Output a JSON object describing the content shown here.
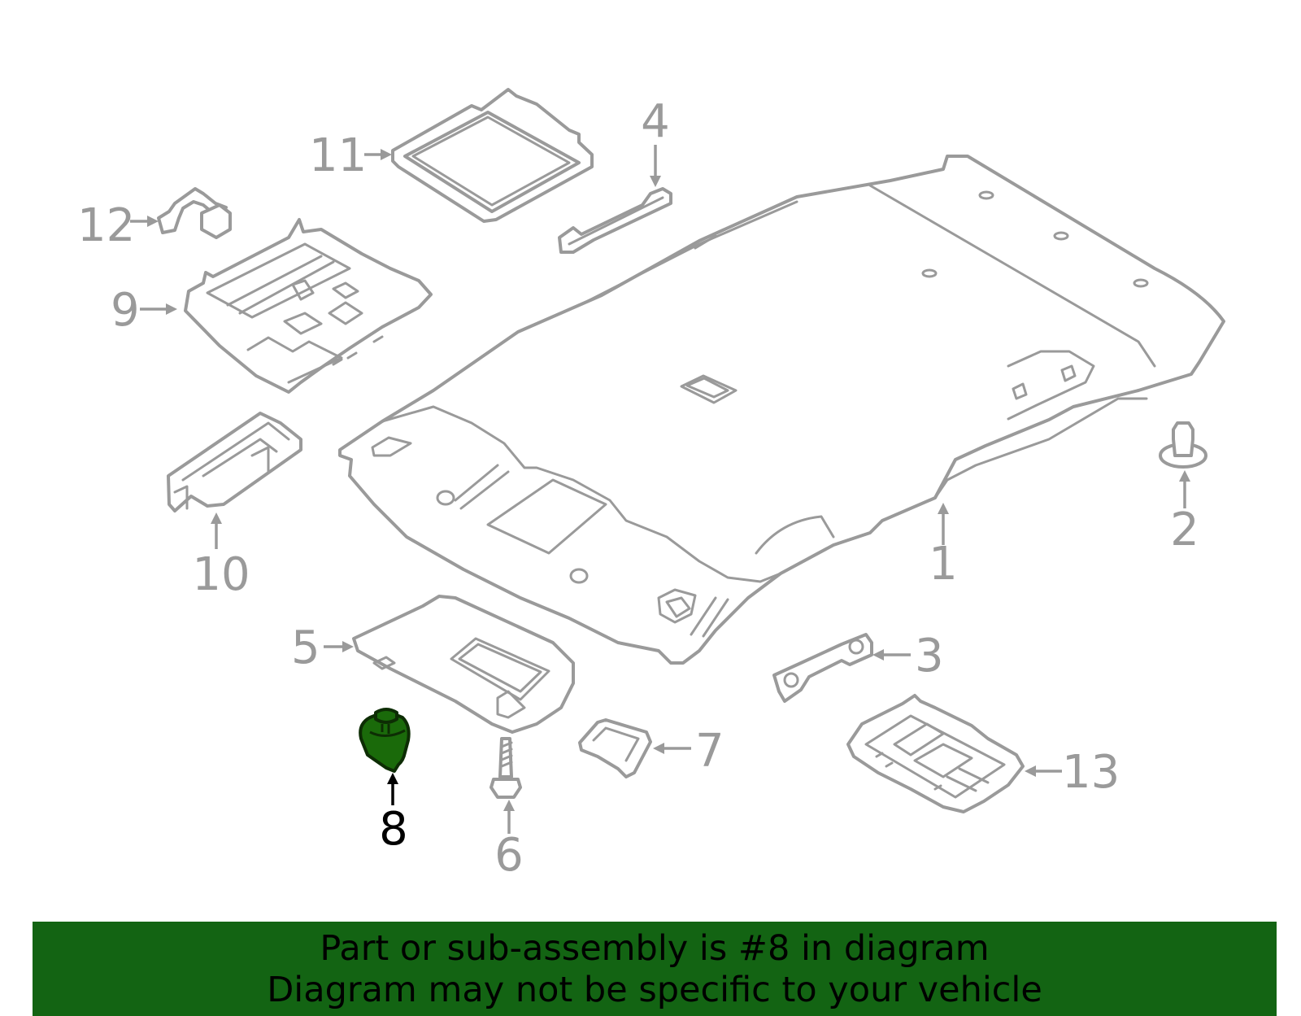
{
  "callouts": {
    "c1": "1",
    "c2": "2",
    "c3": "3",
    "c4": "4",
    "c5": "5",
    "c6": "6",
    "c7": "7",
    "c8": "8",
    "c9": "9",
    "c10": "10",
    "c11": "11",
    "c12": "12",
    "c13": "13"
  },
  "highlighted_part": "8",
  "banner": {
    "line1": "Part or sub-assembly is #8 in diagram",
    "line2": "Diagram may not be specific to your vehicle"
  },
  "colors": {
    "line_gray": "#9a9a9a",
    "highlight_green": "#1a6a0a",
    "banner_green": "#136413",
    "text_black": "#000000"
  }
}
